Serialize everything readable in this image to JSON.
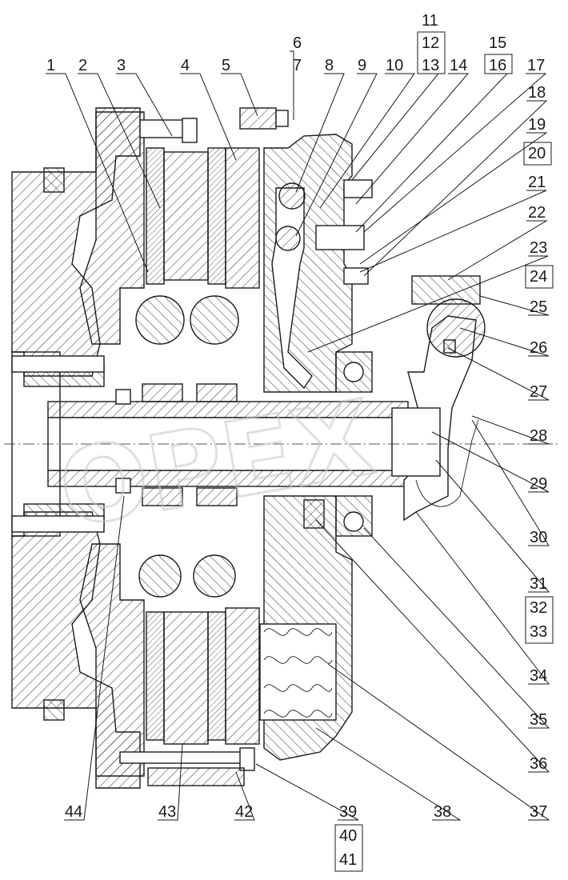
{
  "callouts": {
    "n1": "1",
    "n2": "2",
    "n3": "3",
    "n4": "4",
    "n5": "5",
    "n6": "6",
    "n7": "7",
    "n8": "8",
    "n9": "9",
    "n10": "10",
    "n11": "11",
    "n12": "12",
    "n13": "13",
    "n14": "14",
    "n15": "15",
    "n16": "16",
    "n17": "17",
    "n18": "18",
    "n19": "19",
    "n20": "20",
    "n21": "21",
    "n22": "22",
    "n23": "23",
    "n24": "24",
    "n25": "25",
    "n26": "26",
    "n27": "27",
    "n28": "28",
    "n29": "29",
    "n30": "30",
    "n31": "31",
    "n32": "32",
    "n33": "33",
    "n34": "34",
    "n35": "35",
    "n36": "36",
    "n37": "37",
    "n38": "38",
    "n39": "39",
    "n40": "40",
    "n41": "41",
    "n42": "42",
    "n43": "43",
    "n44": "44"
  },
  "watermark": "OPEX"
}
